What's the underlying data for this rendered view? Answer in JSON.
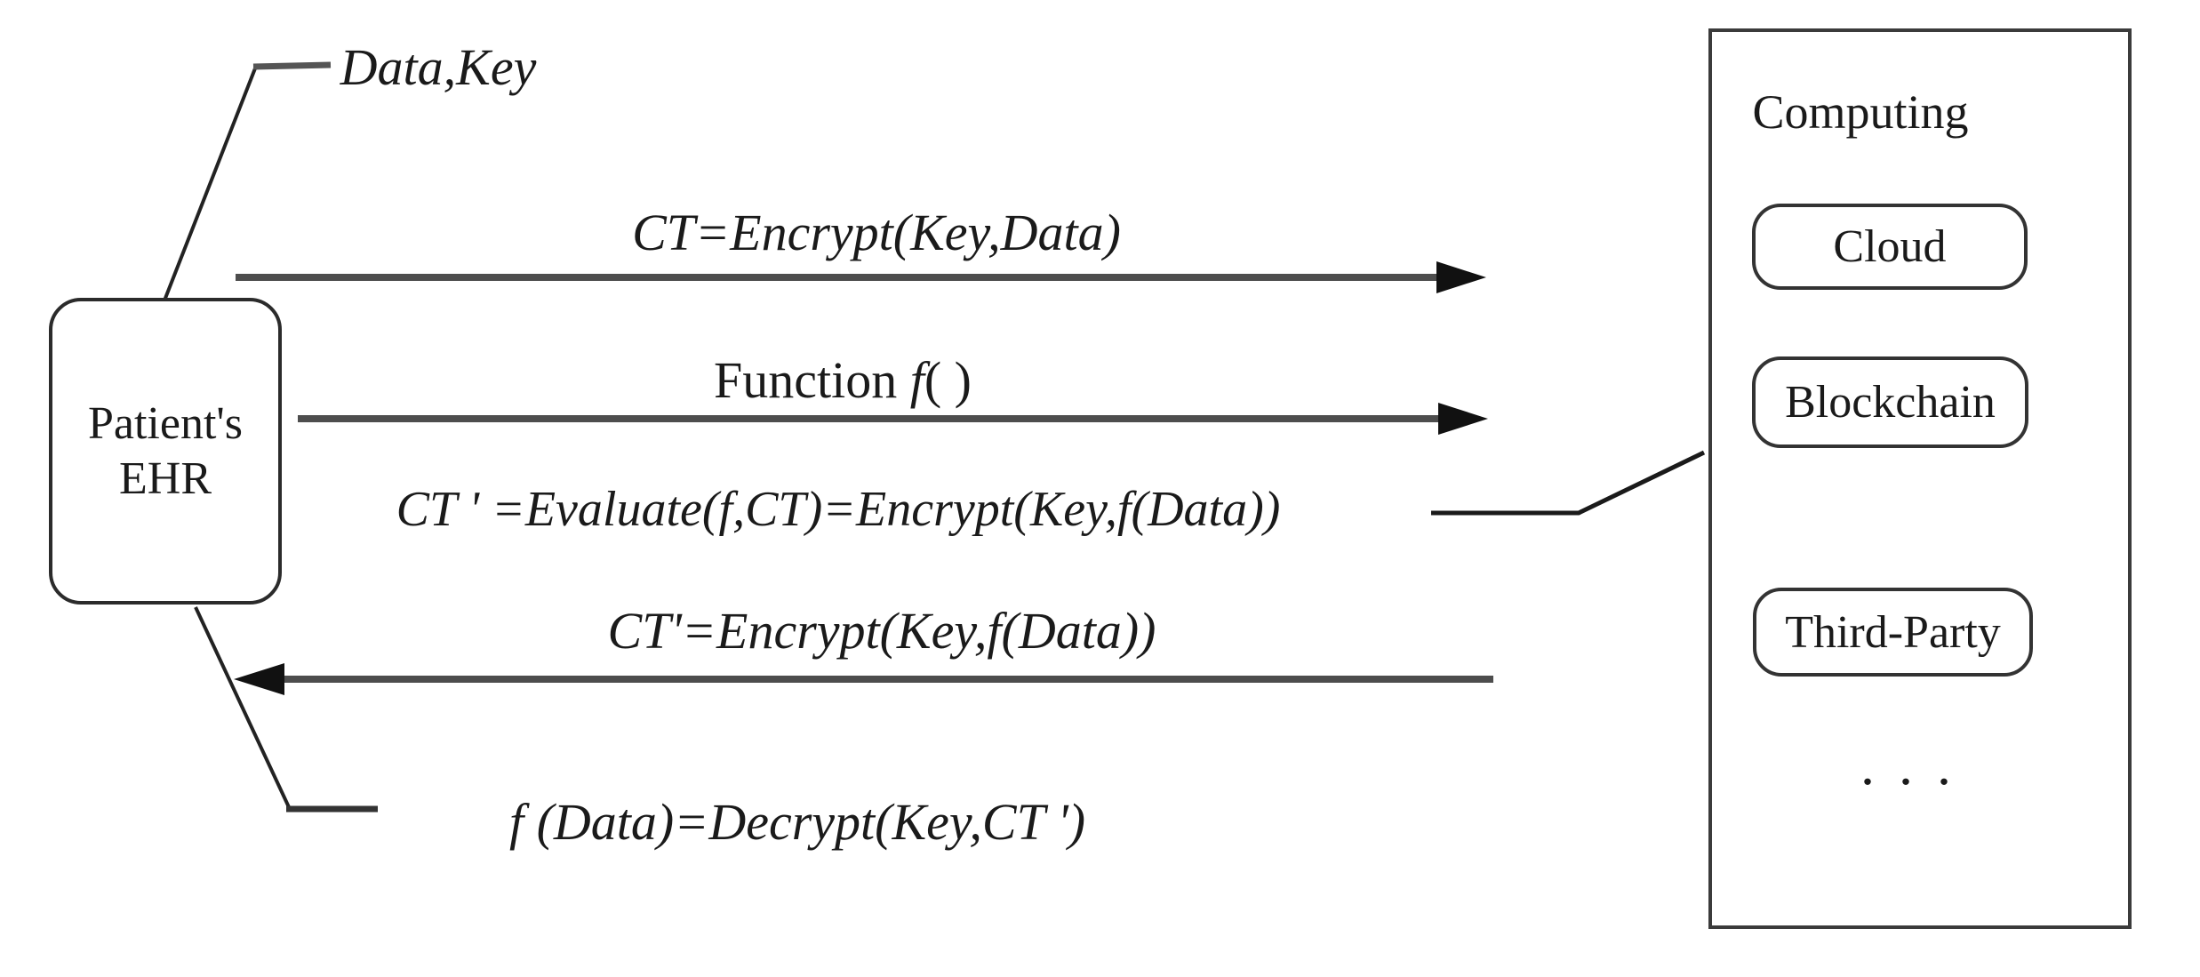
{
  "diagram": {
    "patient_box": {
      "line1": "Patient's",
      "line2": "EHR"
    },
    "computing_panel": {
      "title": "Computing",
      "nodes": [
        "Cloud",
        "Blockchain",
        "Third-Party"
      ],
      "ellipsis": ". . ."
    },
    "messages": {
      "data_key": "Data,Key",
      "encrypt_request": "CT=Encrypt(Key,Data)",
      "function_prefix": "Function ",
      "function_f": "f",
      "function_suffix": "( )",
      "evaluate": "CT ' =Evaluate(f,CT)=Encrypt(Key,f(Data))",
      "result_return": "CT'=Encrypt(Key,f(Data))",
      "decrypt": "f (Data)=Decrypt(Key,CT ')"
    },
    "colors": {
      "ink": "#1a1a1a",
      "arrow_shaft": "#4d4d4d",
      "arrow_head": "#111111",
      "connector": "#222222",
      "box_border": "#2b2b2b"
    }
  }
}
